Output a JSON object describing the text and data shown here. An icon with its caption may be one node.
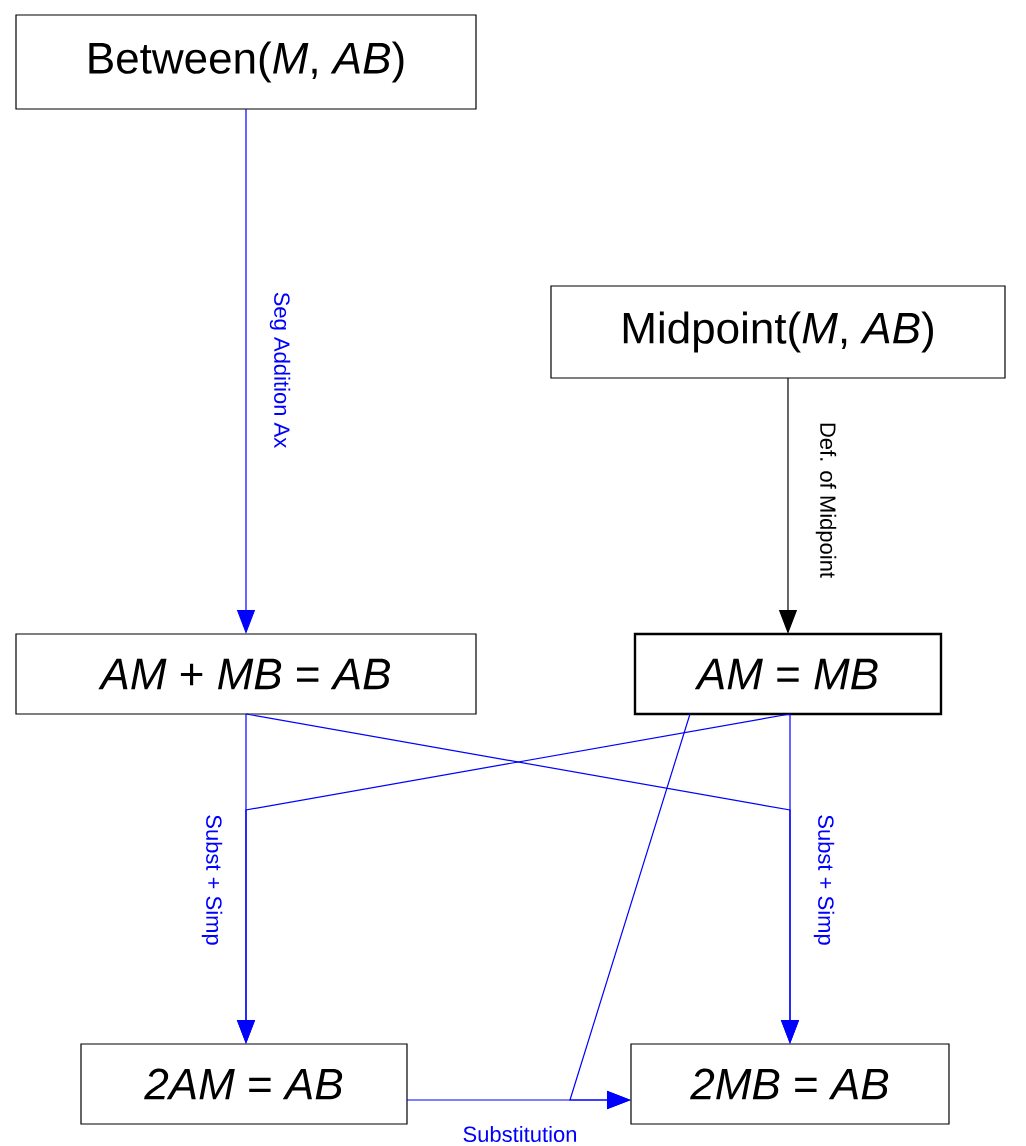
{
  "diagram": {
    "nodes": [
      {
        "text": [
          "Between(*M*, *AB*)"
        ]
      },
      {
        "text": [
          "Midpoint(*M*, *AB*)"
        ]
      },
      {
        "text": [
          "*AM* + *MB* = *AB*"
        ]
      },
      {
        "text": [
          "*AM* = *MB*"
        ]
      },
      {
        "text": [
          "*2AM* = *AB*"
        ]
      },
      {
        "text": [
          "*2MB* = *AB*"
        ]
      }
    ],
    "edges": [
      {
        "from": 0,
        "to": 2,
        "arrow": "to",
        "label": "Seg Addition Ax"
      },
      {
        "from": 1,
        "to": 3,
        "arrow": "to",
        "label": "Def. of Midpoint",
        "color": "#000000"
      },
      {
        "from": 2,
        "to": 4,
        "arrow": "to",
        "label": "Subst + Simp"
      },
      {
        "from": 3,
        "to": 4,
        "arrow": "to"
      },
      {
        "from": 3,
        "to": 5,
        "arrow": "to",
        "label": "Subst + Simp"
      },
      {
        "from": 2,
        "to": 5,
        "arrow": "to"
      },
      {
        "from": 4,
        "to": 5,
        "arrow": "to",
        "label": "Substitution"
      },
      {
        "from": 3,
        "to": 5,
        "arrow": "to"
      }
    ]
  }
}
